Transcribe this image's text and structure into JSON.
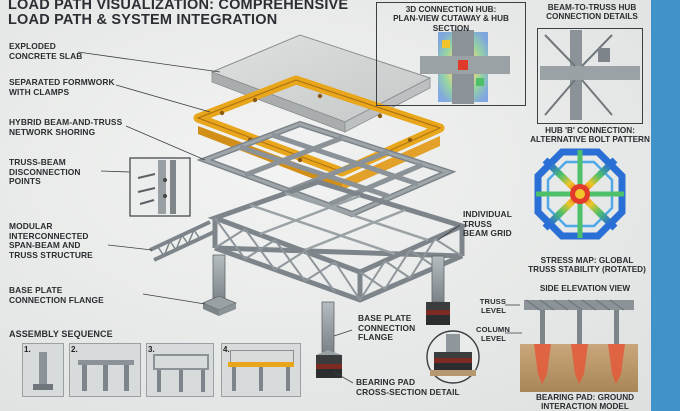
{
  "title": {
    "line1": "LOAD PATH VISUALIZATION: COMPREHENSIVE",
    "line2": "LOAD PATH & SYSTEM INTEGRATION"
  },
  "labels": {
    "exploded_slab": [
      "EXPLODED",
      "CONCRETE SLAB"
    ],
    "formwork": [
      "SEPARATED FORMWORK",
      "WITH CLAMPS"
    ],
    "hybrid_shoring": [
      "HYBRID BEAM-AND-TRUSS",
      "NETWORK SHORING"
    ],
    "truss_beam_points": [
      "TRUSS-BEAM",
      "DISCONNECTION",
      "POINTS"
    ],
    "modular": [
      "MODULAR",
      "INTERCONNECTED",
      "SPAN-BEAM AND",
      "TRUSS STRUCTURE"
    ],
    "base_plate_left": [
      "BASE PLATE",
      "CONNECTION FLANGE"
    ],
    "individual_truss": [
      "INDIVIDUAL",
      "TRUSS",
      "BEAM GRID"
    ],
    "base_plate_center": [
      "BASE PLATE",
      "CONNECTION",
      "FLANGE"
    ],
    "bearing_pad_detail": [
      "BEARING PAD",
      "CROSS-SECTION DETAIL"
    ],
    "assembly_sequence": "ASSEMBLY SEQUENCE"
  },
  "steps": [
    "1.",
    "2.",
    "3.",
    "4."
  ],
  "insets": {
    "hub": [
      "3D CONNECTION HUB:",
      "PLAN-VIEW CUTAWAY & HUB SECTION"
    ],
    "beam_truss_hub": [
      "BEAM-TO-TRUSS HUB",
      "CONNECTION DETAILS"
    ],
    "hub_b": [
      "HUB 'B' CONNECTION:",
      "ALTERNATIVE BOLT PATTERN"
    ],
    "stress_map": [
      "STRESS MAP: GLOBAL",
      "TRUSS STABILITY (ROTATED)"
    ],
    "side_elevation": "SIDE ELEVATION VIEW",
    "truss_level": [
      "TRUSS",
      "LEVEL"
    ],
    "column_level": [
      "COLUMN",
      "LEVEL"
    ],
    "bearing_pad_ground": [
      "BEARING PAD: GROUND",
      "INTERACTION MODEL"
    ]
  },
  "colors": {
    "formwork": "#e8a61c",
    "steel": "#8f979c",
    "stress_hot": "#e23a2a",
    "stress_cold": "#2a6fd6",
    "accent_band": "#3f93c9"
  }
}
